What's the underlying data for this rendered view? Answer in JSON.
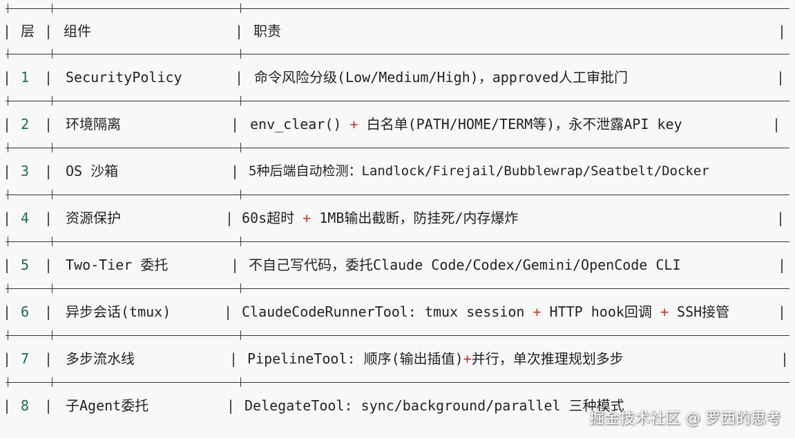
{
  "table": {
    "header": {
      "layer": "层",
      "component": "组件",
      "duty": "职责"
    },
    "rows": [
      {
        "layer": "1",
        "component": "SecurityPolicy",
        "duty_parts": [
          "命令风险分级(Low/Medium/High)，approved人工审批门"
        ]
      },
      {
        "layer": "2",
        "component": "环境隔离",
        "duty_parts": [
          "env_clear() ",
          "+",
          " 白名单(PATH/HOME/TERM等)，永不泄露API key"
        ]
      },
      {
        "layer": "3",
        "component": "OS 沙箱",
        "duty_parts": [
          "5种后端自动检测：Landlock/Firejail/Bubblewrap/Seatbelt/Docker"
        ]
      },
      {
        "layer": "4",
        "component": "资源保护",
        "duty_parts": [
          "60s超时 ",
          "+",
          " 1MB输出截断，防挂死/内存爆炸"
        ]
      },
      {
        "layer": "5",
        "component": "Two-Tier 委托",
        "duty_parts": [
          "不自己写代码，委托Claude Code/Codex/Gemini/OpenCode CLI"
        ]
      },
      {
        "layer": "6",
        "component": "异步会话(tmux)",
        "duty_parts": [
          "ClaudeCodeRunnerTool: tmux session ",
          "+",
          " HTTP hook回调 ",
          "+",
          " SSH接管"
        ]
      },
      {
        "layer": "7",
        "component": "多步流水线",
        "duty_parts": [
          "PipelineTool: 顺序(输出插值)",
          "+",
          "并行，单次推理规划多步"
        ]
      },
      {
        "layer": "8",
        "component": "子Agent委托",
        "duty_parts": [
          "DelegateTool: sync/background/parallel 三种模式"
        ]
      }
    ]
  },
  "watermark": "掘金技术社区 @ 罗西的思考",
  "colors": {
    "layer_number": "#1a6b4e",
    "plus_sign": "#c0392b",
    "text": "#222222",
    "background": "#f8f8f8"
  }
}
